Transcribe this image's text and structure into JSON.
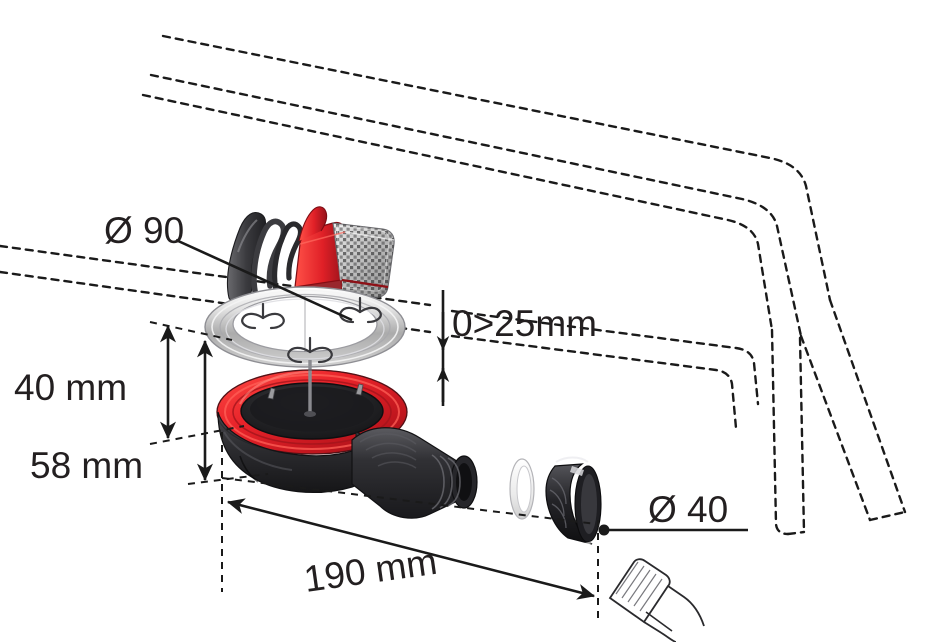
{
  "diagram": {
    "title": "Shower drain trap installation dimensions",
    "subject": "shower-waste-trap-exploded-view",
    "background_color": "#ffffff",
    "line_color": "#1a1a1a",
    "text_color": "#231f20",
    "accent_red": "#e8232a",
    "dark_red": "#b01620",
    "body_black": "#2b2b2d",
    "chrome_light": "#d9d9d9",
    "chrome_mid": "#b0b0b0",
    "white_seal": "#f2f2f2"
  },
  "labels": {
    "diameter_top": "Ø 90",
    "height_inner": "40 mm",
    "height_outer": "58 mm",
    "tray_thickness": "0>25mm",
    "length_total": "190 mm",
    "diameter_outlet": "Ø 40"
  },
  "dimensions": {
    "diameter_top_value": 90,
    "diameter_top_unit": "mm",
    "height_inner_value": 40,
    "height_inner_unit": "mm",
    "height_outer_value": 58,
    "height_outer_unit": "mm",
    "tray_thickness_min": 0,
    "tray_thickness_max": 25,
    "tray_thickness_unit": "mm",
    "length_total_value": 190,
    "length_total_unit": "mm",
    "diameter_outlet_value": 40,
    "diameter_outlet_unit": "mm"
  },
  "parts": [
    {
      "id": "hair-catcher",
      "name": "hair catcher insert",
      "color": "#4a4a4d"
    },
    {
      "id": "grille-cover",
      "name": "red chrome grille cover",
      "color": "#e8232a"
    },
    {
      "id": "chrome-ring",
      "name": "chrome mounting ring",
      "color": "#c8c8c8"
    },
    {
      "id": "red-gasket",
      "name": "red sealing gasket",
      "color": "#e8232a"
    },
    {
      "id": "trap-body",
      "name": "black trap body",
      "color": "#2b2b2d"
    },
    {
      "id": "outlet-pipe",
      "name": "ribbed outlet pipe",
      "color": "#303033"
    },
    {
      "id": "white-seal",
      "name": "white rubber seal ring",
      "color": "#f2f2f2"
    },
    {
      "id": "collar-nut",
      "name": "black threaded collar nut",
      "color": "#242427"
    },
    {
      "id": "cleaning-brush",
      "name": "cleaning brush",
      "color": "#ffffff"
    },
    {
      "id": "shower-tray",
      "name": "shower tray outline",
      "color": "#1a1a1a"
    }
  ]
}
